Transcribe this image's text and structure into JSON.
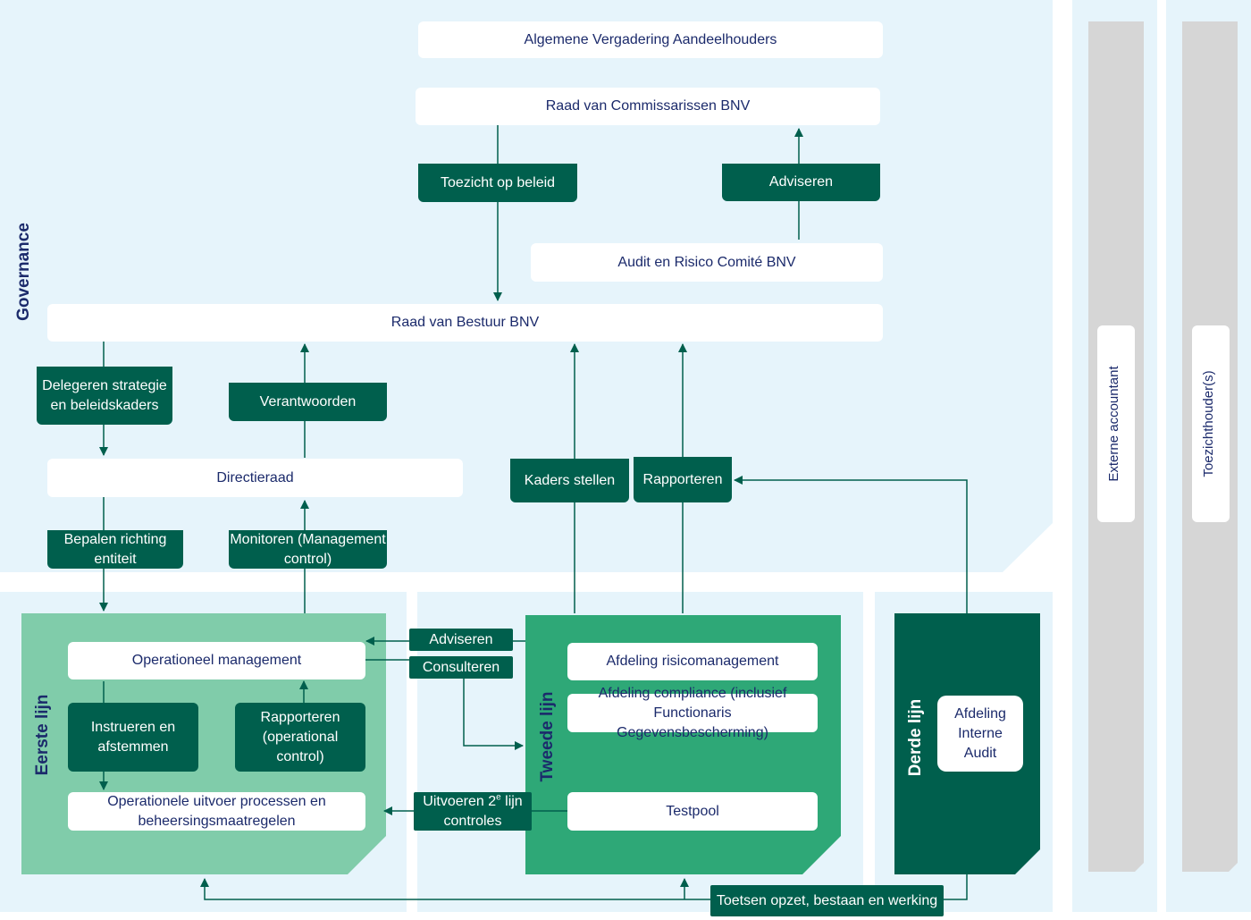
{
  "colors": {
    "light_bg": "#e6f4fb",
    "first_line": "#80ccaa",
    "second_line": "#2ea877",
    "third_line": "#005f4d",
    "dark_box": "#005f4d",
    "connector": "#005f4d",
    "label_text": "#1b2a6b",
    "side_column": "#d6d6d6"
  },
  "governance": {
    "label": "Governance",
    "avh": "Algemene Vergadering Aandeelhouders",
    "rvc": "Raad van Commissarissen BNV",
    "toezicht": "Toezicht op beleid",
    "adviseren_top": "Adviseren",
    "arc": "Audit en Risico Comité BNV",
    "rvb": "Raad van Bestuur BNV",
    "delegeren": "Delegeren strategie en beleidskaders",
    "verantwoorden": "Verantwoorden",
    "directieraad": "Directieraad",
    "kaders": "Kaders stellen",
    "rapporteren_top": "Rapporteren",
    "bepalen": "Bepalen richting entiteit",
    "monitoren": "Monitoren (Management control)"
  },
  "first_line": {
    "label": "Eerste lijn",
    "operationeel": "Operationeel management",
    "instrueren": "Instrueren en afstemmen",
    "rapporteren": "Rapporteren (operational control)",
    "uitvoer": "Operationele uitvoer processen en beheersingsmaatregelen"
  },
  "middle": {
    "adviseren": "Adviseren",
    "consulteren": "Consulteren",
    "uitvoeren": "Uitvoeren 2",
    "uitvoeren_sup": "e",
    "uitvoeren_rest": " lijn controles"
  },
  "second_line": {
    "label": "Tweede lijn",
    "risico": "Afdeling risicomanagement",
    "compliance": "Afdeling compliance (inclusief Functionaris Gegevensbescherming)",
    "testpool": "Testpool"
  },
  "third_line": {
    "label": "Derde lijn",
    "audit": "Afdeling Interne Audit"
  },
  "bottom": {
    "toetsen": "Toetsen opzet, bestaan en werking"
  },
  "side": {
    "extern": "Externe accountant",
    "toezicht": "Toezichthouder(s)"
  }
}
